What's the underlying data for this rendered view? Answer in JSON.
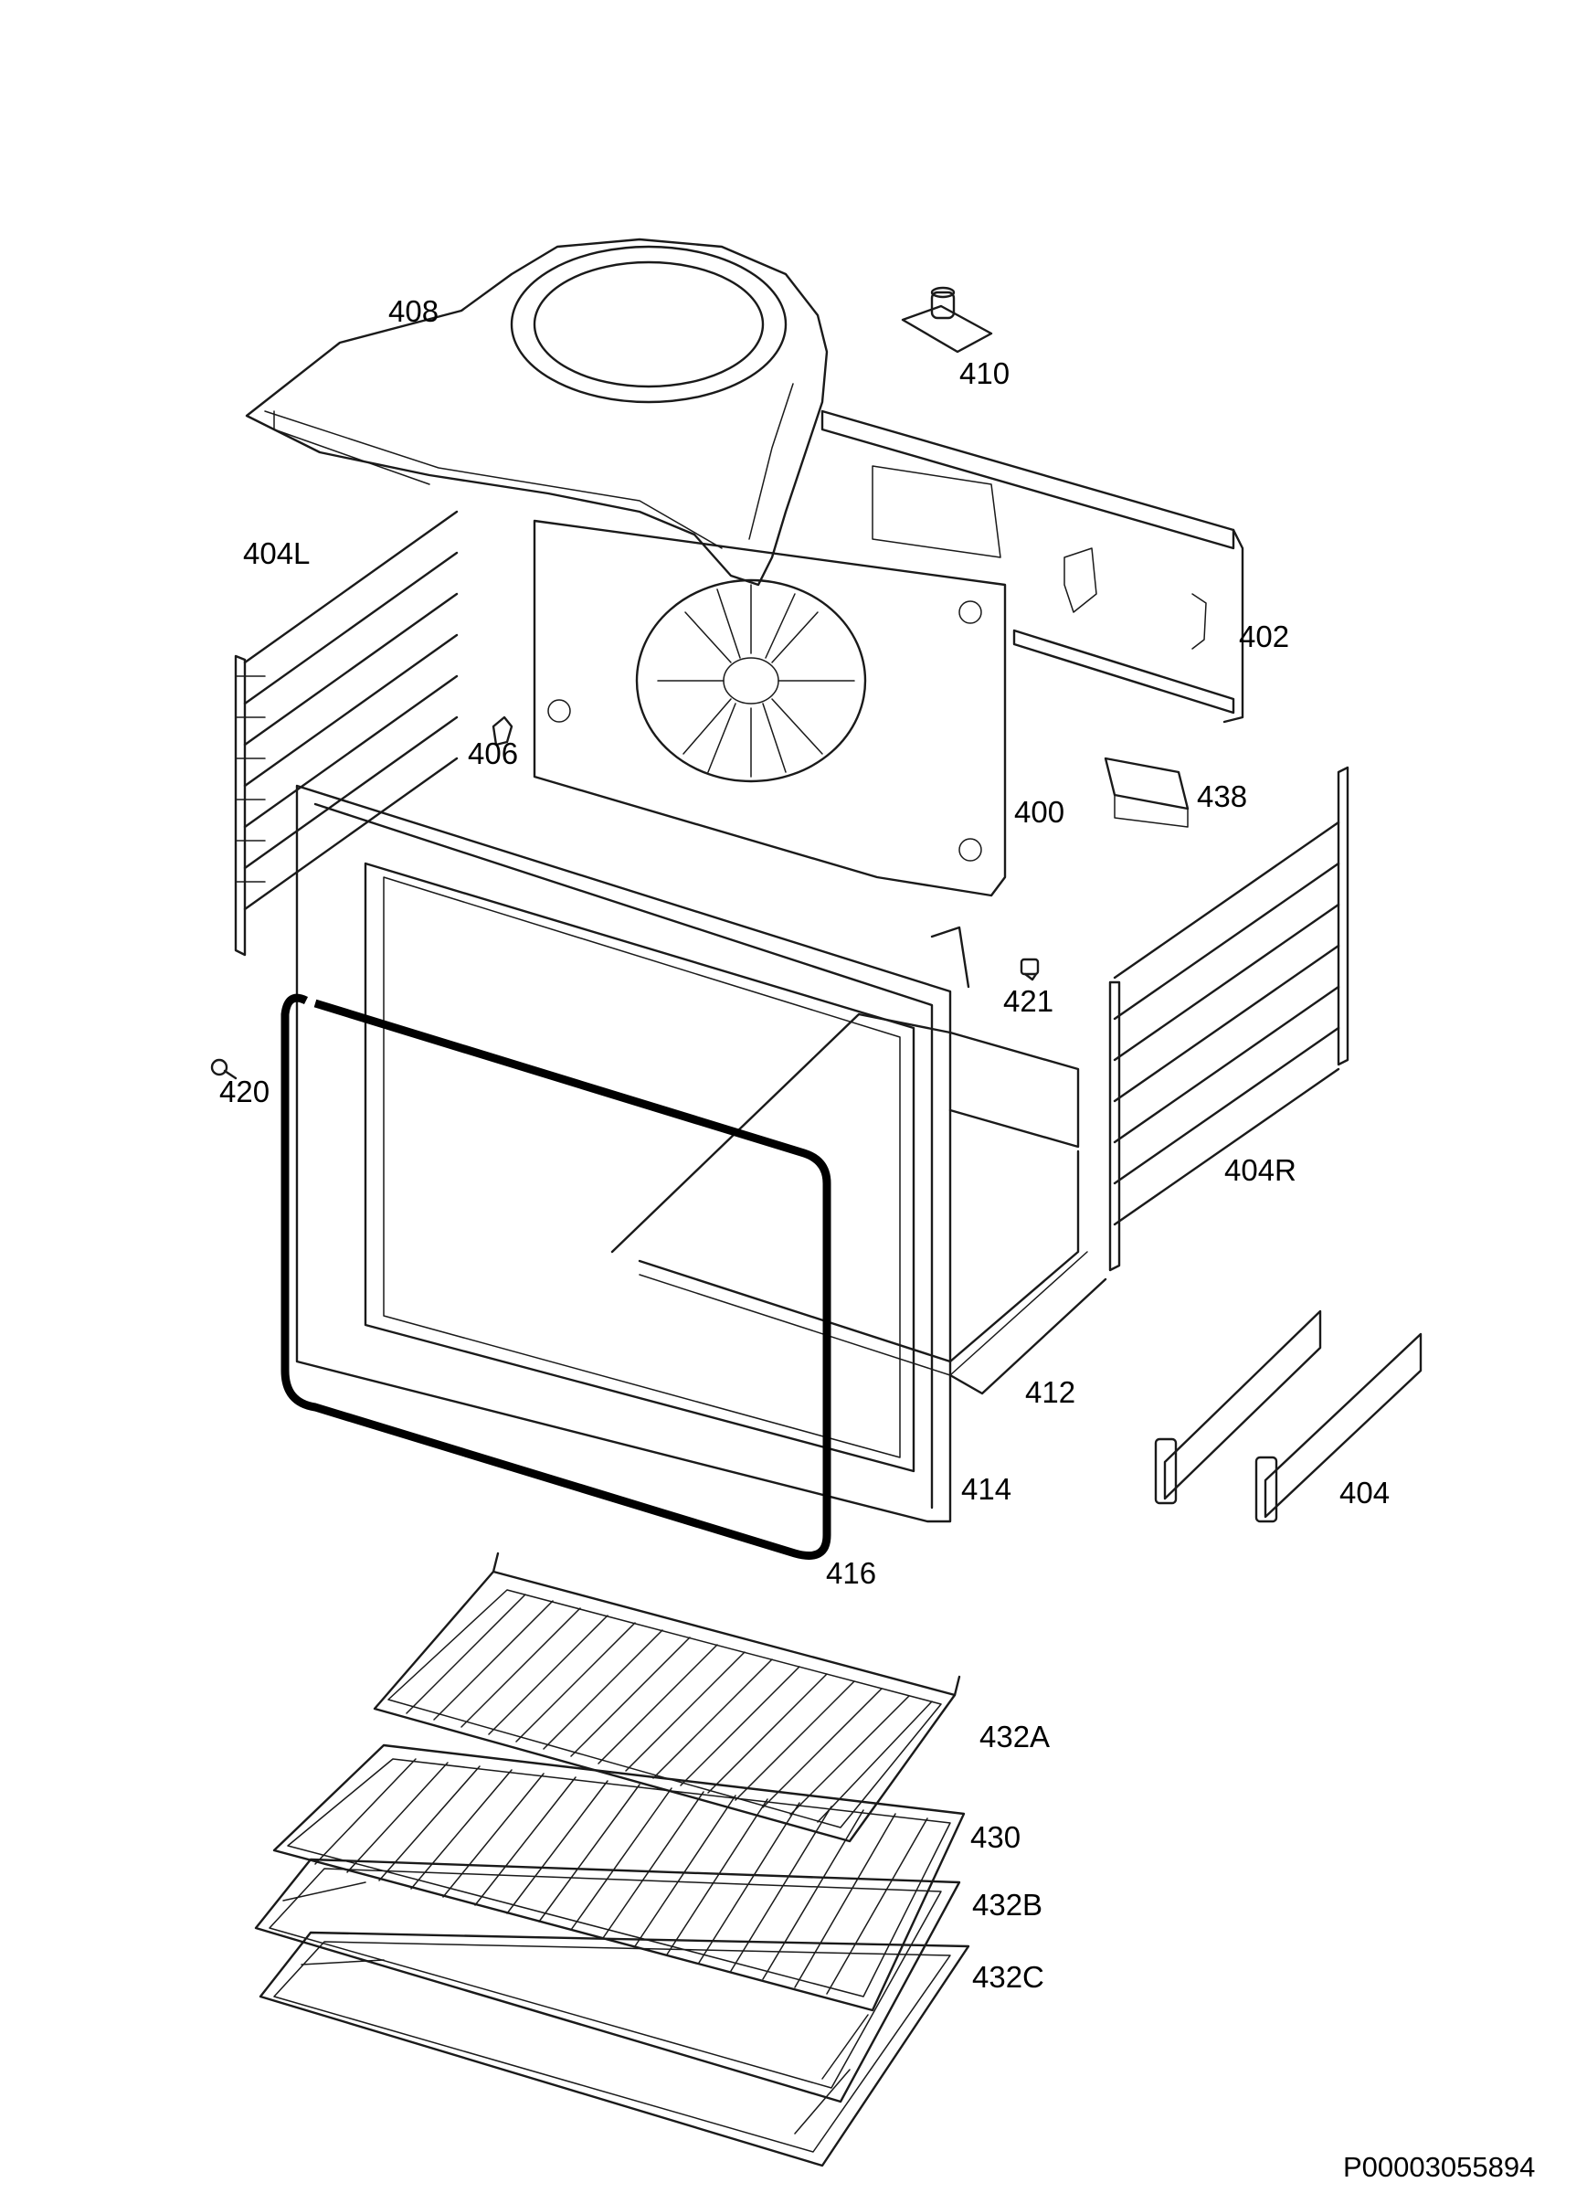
{
  "labels": {
    "p408": "408",
    "p410": "410",
    "p404L": "404L",
    "p402": "402",
    "p406": "406",
    "p400": "400",
    "p438": "438",
    "p421": "421",
    "p420": "420",
    "p404R": "404R",
    "p412": "412",
    "p414": "414",
    "p404": "404",
    "p416": "416",
    "p432A": "432A",
    "p430": "430",
    "p432B": "432B",
    "p432C": "432C"
  },
  "drawing_code": "P00003055894"
}
